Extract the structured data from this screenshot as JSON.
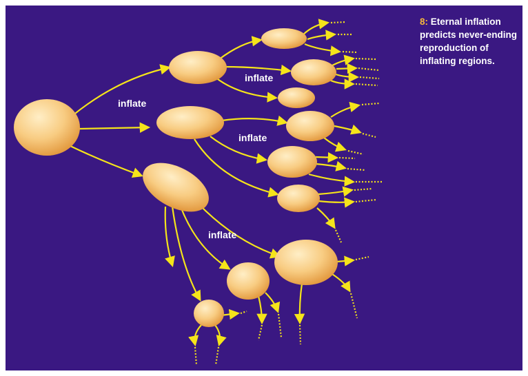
{
  "caption": {
    "number": "8:",
    "text": " Eternal inflation predicts never-ending reproduction of inflating regions."
  },
  "labels": {
    "inflate_1": "inflate",
    "inflate_2": "inflate",
    "inflate_3": "inflate",
    "inflate_4": "inflate"
  },
  "colors": {
    "background": "#3a1882",
    "arrow": "#f5e41a",
    "bubble_light": "#fde0a6",
    "bubble_dark": "#e8a048",
    "caption_number": "#f7b83a"
  }
}
